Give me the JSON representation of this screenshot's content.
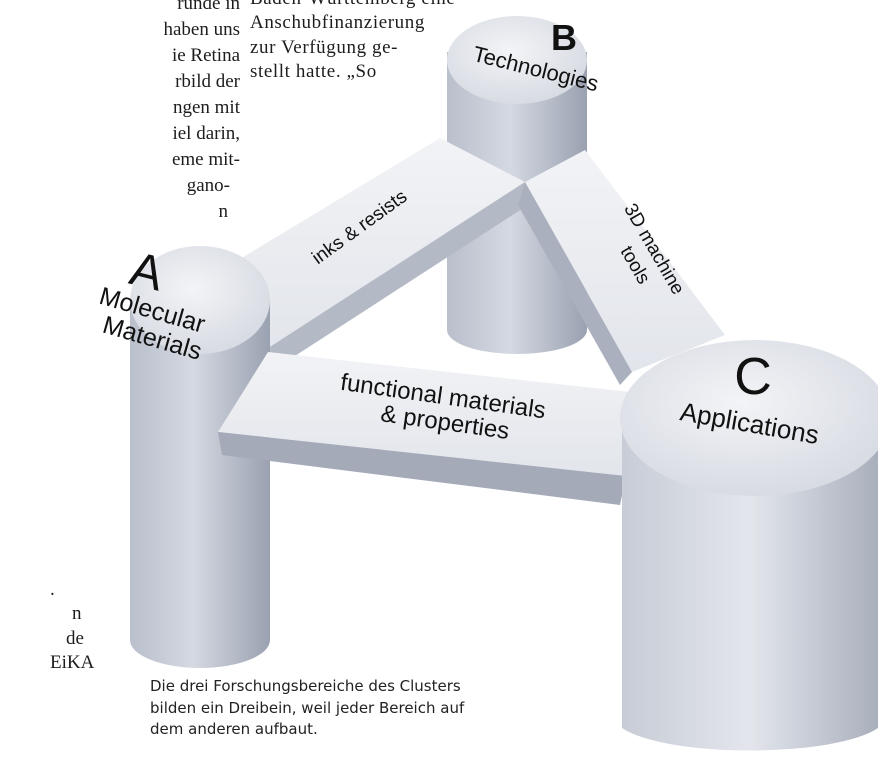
{
  "body_text": {
    "left_column": [
      "runde in",
      "haben uns",
      "ie Retina",
      "rbild der",
      "ngen mit",
      "iel darin,",
      "eme mit-",
      "gano-",
      "n"
    ],
    "middle_column": [
      "Baden-Württemberg eine",
      "Anschubfinanzierung",
      "zur Verfügung ge-",
      "stellt hatte. „So"
    ],
    "bottom_fragment": [
      ".",
      "n",
      "de",
      "EiKA"
    ]
  },
  "diagram": {
    "pillar_a": {
      "letter": "A",
      "line1": "Molecular",
      "line2": "Materials"
    },
    "pillar_b": {
      "letter": "B",
      "line1": "Technologies"
    },
    "pillar_c": {
      "letter": "C",
      "line1": "Applications"
    },
    "beam_ab": {
      "label": "inks & resists"
    },
    "beam_bc": {
      "line1": "3D machine",
      "line2": "tools"
    },
    "beam_ac": {
      "line1": "functional materials",
      "line2": "& properties"
    }
  },
  "caption": {
    "lines": [
      "Die drei Forschungsbereiche des Clusters",
      "bilden ein Dreibein, weil jeder Bereich auf",
      "dem anderen aufbaut."
    ]
  }
}
